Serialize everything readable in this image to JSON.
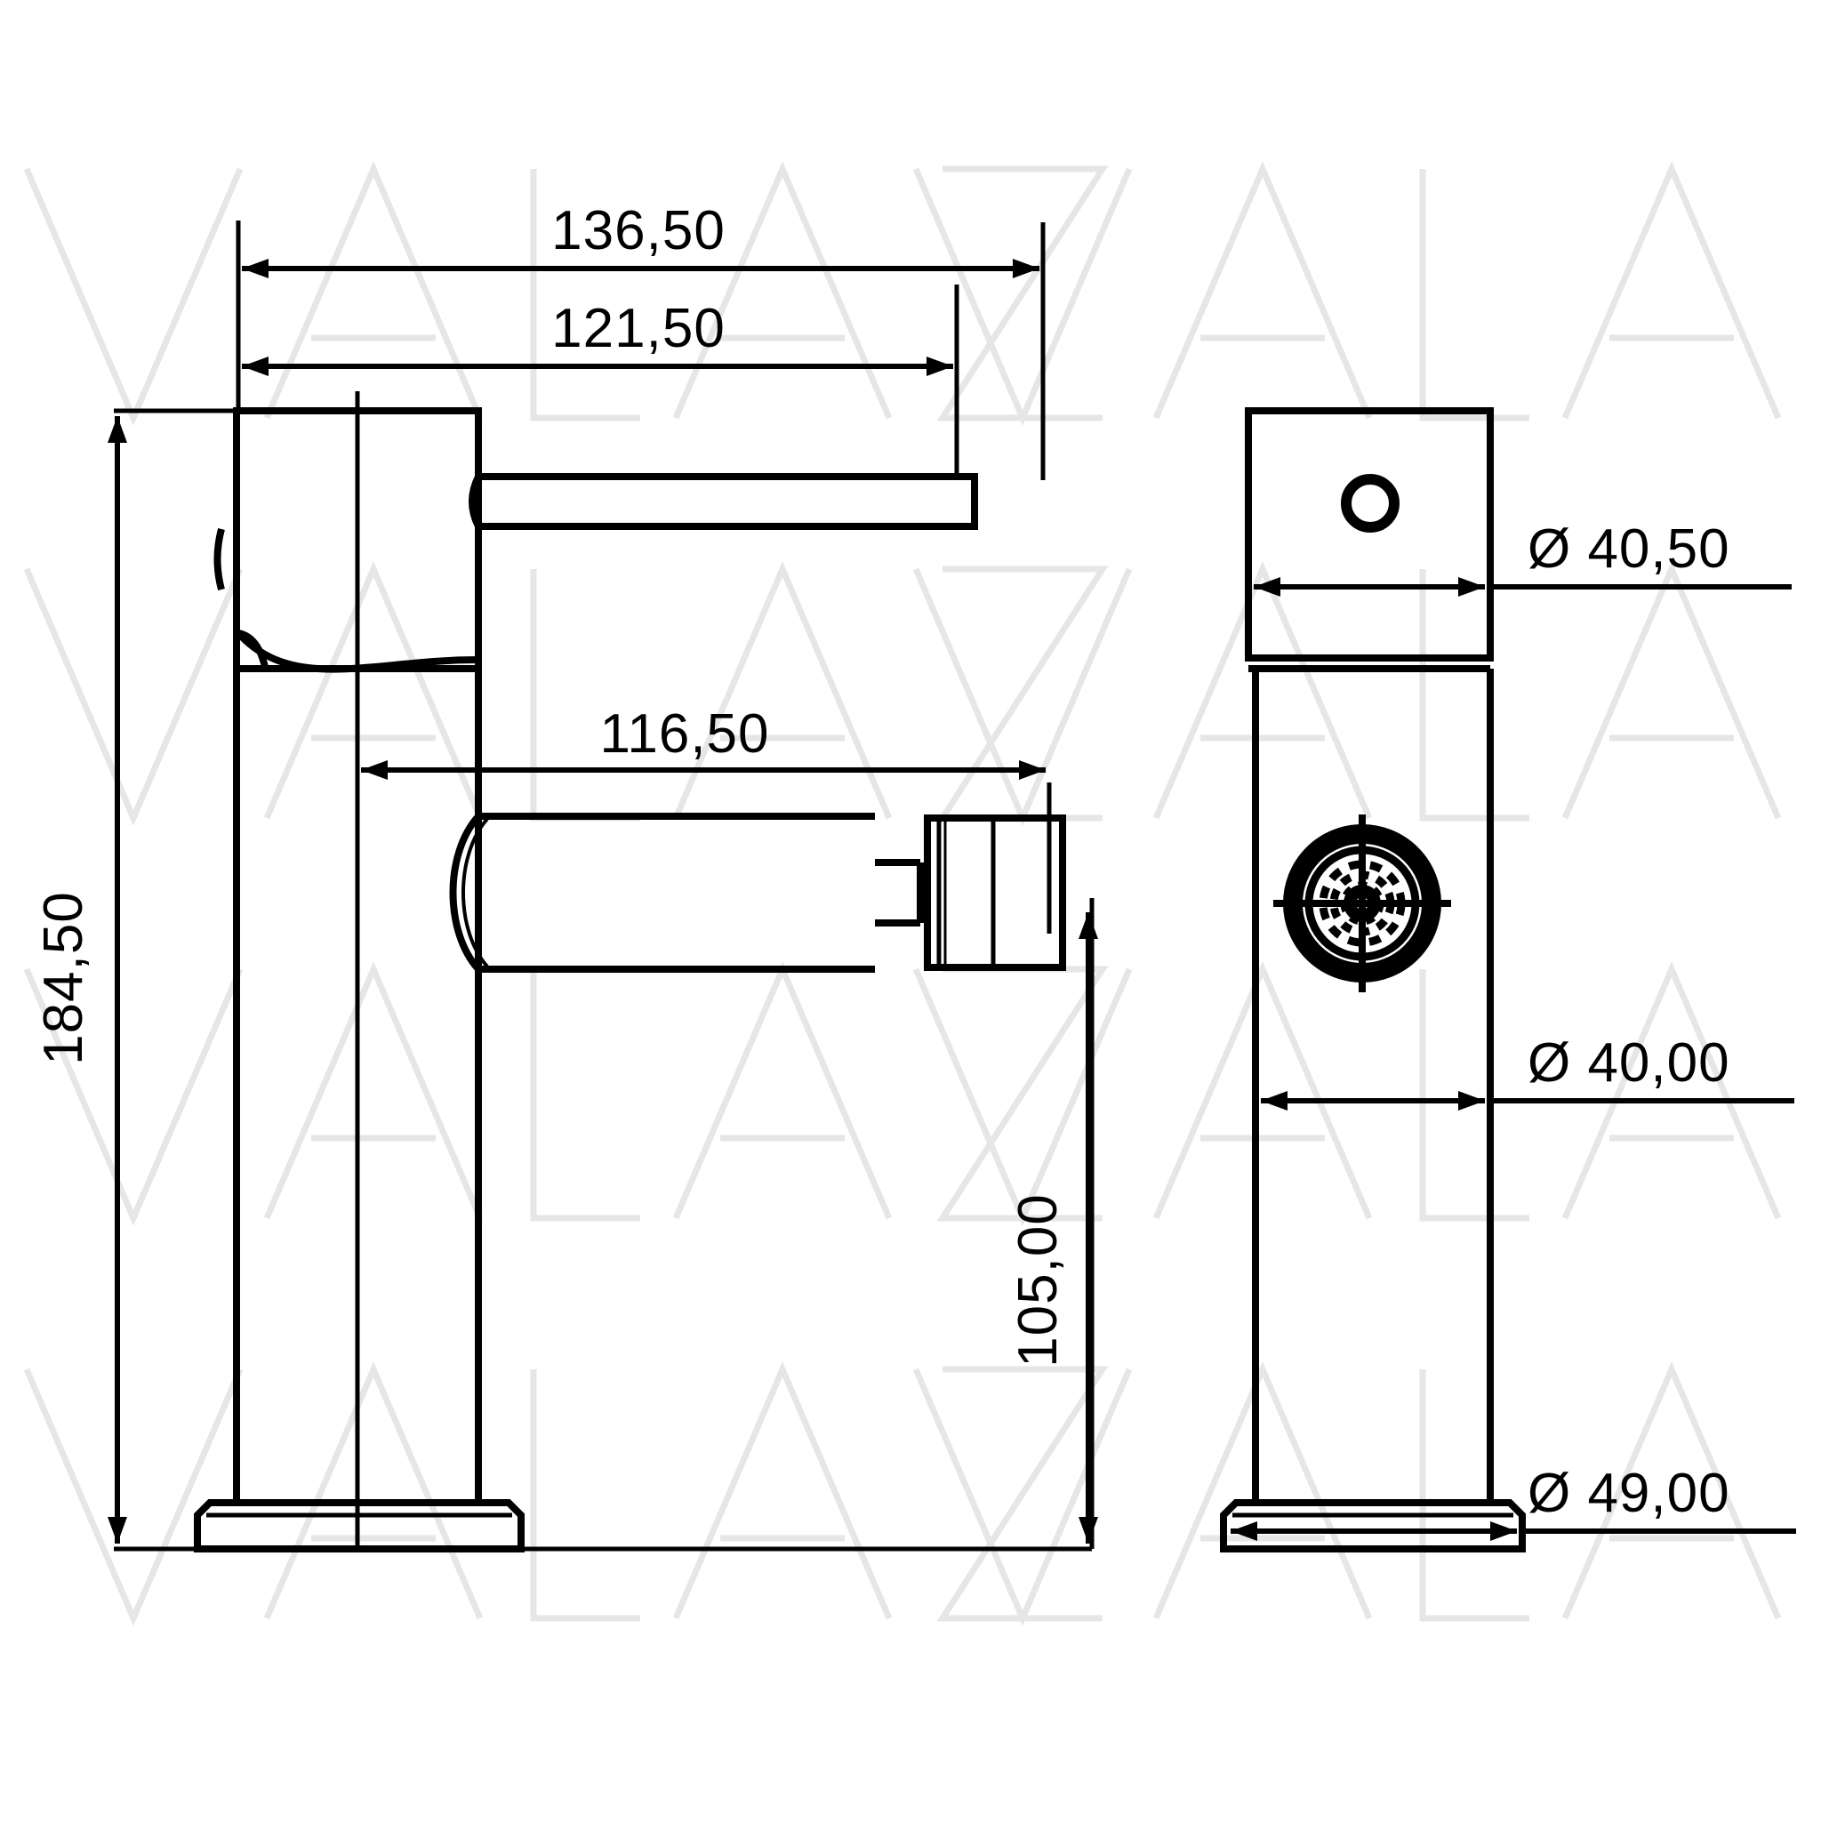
{
  "drawing": {
    "kind": "technical-drawing",
    "subject": "bidet-mixer-tap",
    "units": "mm",
    "watermark_text": "VALAZ",
    "line_color": "#000000",
    "watermark_color": "#e6e6e6",
    "background_color": "#ffffff"
  },
  "dimensions": {
    "overall_width": "136,50",
    "handle_reach": "121,50",
    "spout_reach": "116,50",
    "overall_height": "184,50",
    "spout_height": "105,00",
    "head_diameter": "Ø 40,50",
    "body_diameter": "Ø 40,00",
    "base_diameter": "Ø 49,00"
  },
  "views": {
    "front": {
      "label": "front-elevation"
    },
    "side": {
      "label": "side-elevation"
    }
  },
  "features": {
    "aerator": "aerator-grille",
    "cartridge_hole": "handle-pin-hole",
    "base_plate": "mounting-base-plate",
    "lever": "lever-handle"
  }
}
